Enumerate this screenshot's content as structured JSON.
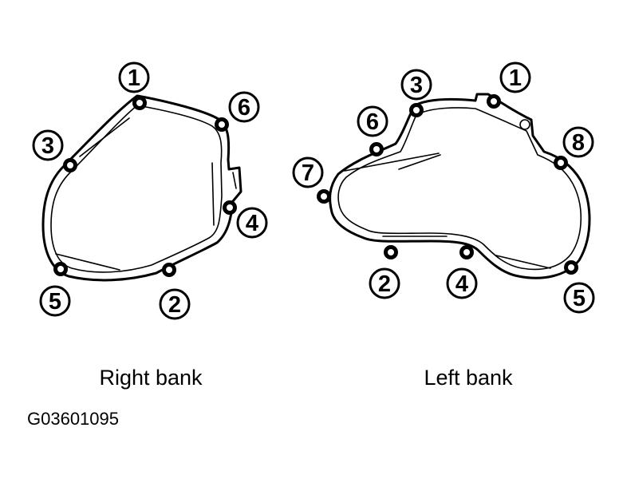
{
  "banks": [
    {
      "id": "right",
      "label": "Right bank",
      "bolts": [
        "1",
        "2",
        "3",
        "4",
        "5",
        "6"
      ]
    },
    {
      "id": "left",
      "label": "Left bank",
      "bolts": [
        "1",
        "2",
        "3",
        "4",
        "5",
        "6",
        "7",
        "8"
      ]
    }
  ],
  "figure_code": "G03601095"
}
